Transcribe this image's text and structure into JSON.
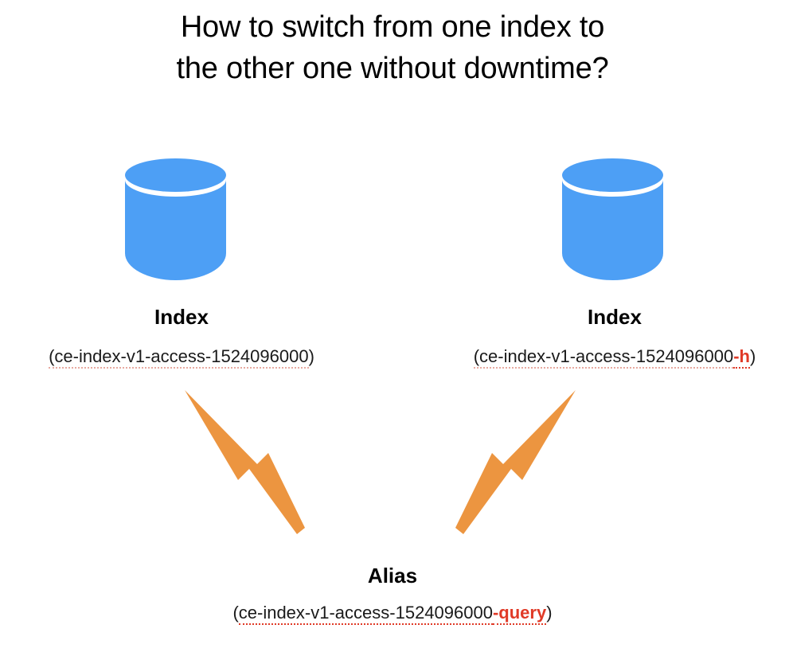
{
  "slide": {
    "background_color": "#ffffff",
    "title_lines": [
      "How to switch from one index to",
      "the other one without downtime?"
    ]
  },
  "palette": {
    "cylinder_blue": "#4d9ff5",
    "arrow_orange": "#ec9540",
    "highlight_red": "#e03a27",
    "text_black": "#000000",
    "spellcheck_underline": "#e03a27"
  },
  "nodes": [
    {
      "id": "index-old",
      "icon": "database-cylinder-icon",
      "title": "Index",
      "name_prefix": "(ce-index-v1-access-1524096000",
      "name_suffix_highlight": "",
      "name_close": ")",
      "full_name": "(ce-index-v1-access-1524096000)"
    },
    {
      "id": "index-new",
      "icon": "database-cylinder-icon",
      "title": "Index",
      "name_prefix": "(ce-index-v1-access-1524096000",
      "name_suffix_highlight": "-h",
      "name_close": ")",
      "full_name": "(ce-index-v1-access-1524096000-h)"
    }
  ],
  "alias": {
    "id": "alias",
    "title": "Alias",
    "name_open": "(",
    "name_prefix": "ce-index-v1-access-1524096000",
    "name_suffix_highlight": "-query",
    "name_close": ")",
    "full_name": "(ce-index-v1-access-1524096000-query)"
  },
  "arrows": [
    {
      "id": "arrow-alias-to-index-old",
      "direction": "up-left",
      "color": "#ec9540"
    },
    {
      "id": "arrow-alias-to-index-new",
      "direction": "up-right",
      "color": "#ec9540"
    }
  ]
}
